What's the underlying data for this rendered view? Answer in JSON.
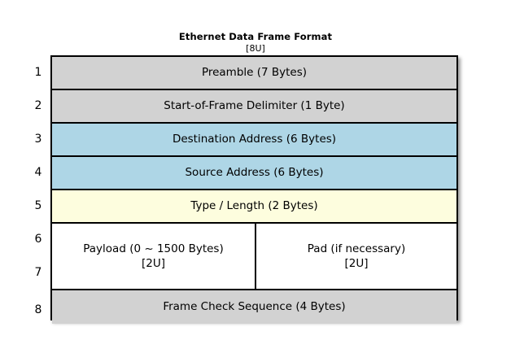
{
  "diagram": {
    "title": "Ethernet Data Frame Format",
    "subtitle": "[8U]",
    "colors": {
      "gray": "#d2d2d2",
      "blue": "#aed6e6",
      "yellow": "#fdfdde",
      "white": "#ffffff",
      "border": "#000000",
      "background": "#ffffff"
    },
    "row_numbers": [
      "1",
      "2",
      "3",
      "4",
      "5",
      "6",
      "7",
      "8"
    ],
    "rows": [
      {
        "number": "1",
        "label": "Preamble (7 Bytes)",
        "fill": "gray"
      },
      {
        "number": "2",
        "label": "Start-of-Frame Delimiter (1 Byte)",
        "fill": "gray"
      },
      {
        "number": "3",
        "label": "Destination Address (6 Bytes)",
        "fill": "blue"
      },
      {
        "number": "4",
        "label": "Source Address (6 Bytes)",
        "fill": "blue"
      },
      {
        "number": "5",
        "label": "Type / Length (2 Bytes)",
        "fill": "yellow"
      },
      {
        "number": "6-7",
        "fill": "white",
        "split": true,
        "cells": [
          {
            "label": "Payload (0 ~ 1500 Bytes)",
            "note": "[2U]"
          },
          {
            "label": "Pad (if necessary)",
            "note": "[2U]"
          }
        ]
      },
      {
        "number": "8",
        "label": "Frame Check Sequence (4 Bytes)",
        "fill": "gray"
      }
    ]
  }
}
